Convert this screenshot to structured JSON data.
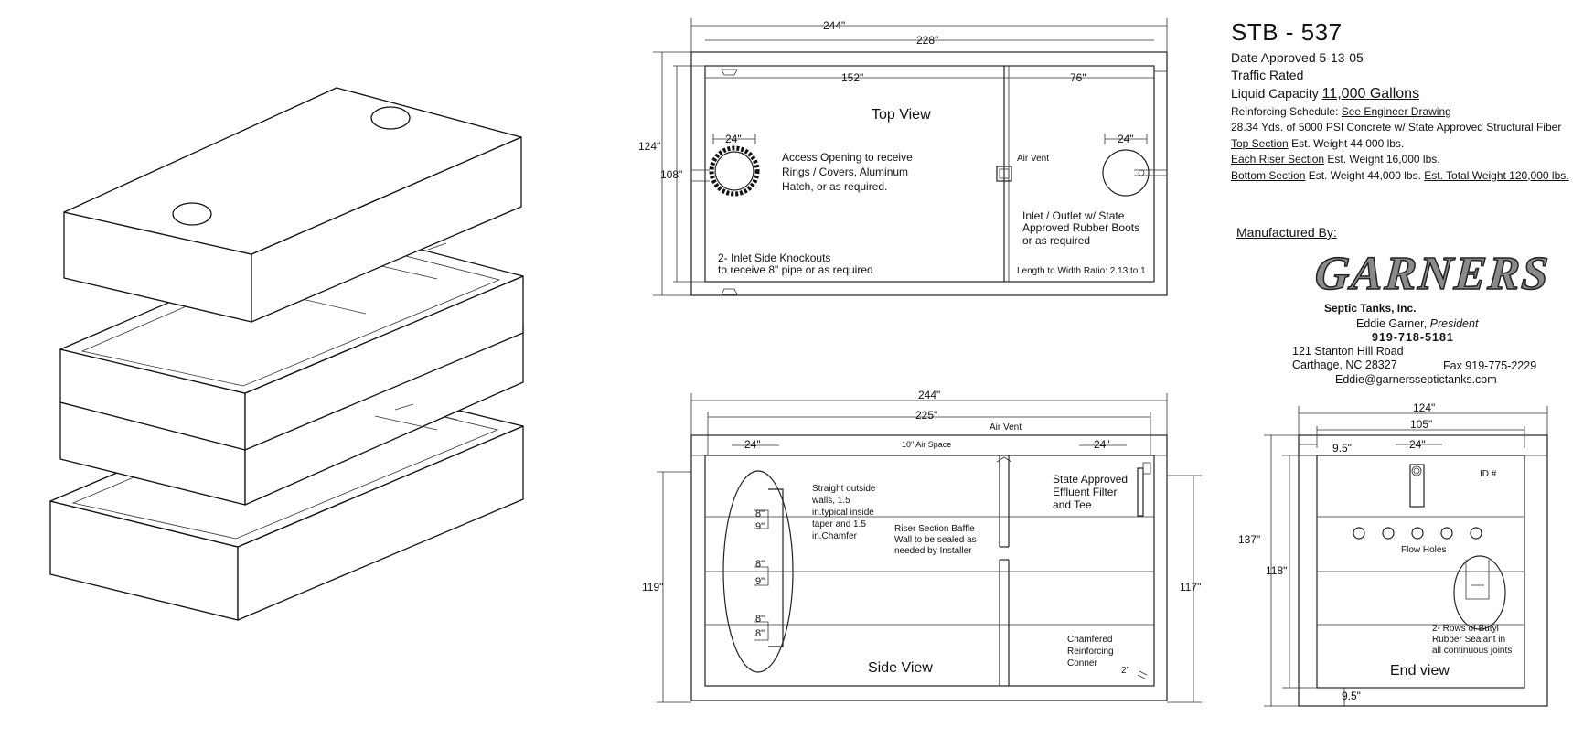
{
  "info": {
    "model": "STB - 537",
    "date_approved": "Date Approved 5-13-05",
    "traffic": "Traffic Rated",
    "capacity_label": "Liquid Capacity",
    "capacity_value": "11,000 Gallons",
    "reinforcing_label": "Reinforcing Schedule:",
    "reinforcing_link": "See Engineer Drawing",
    "concrete": "28.34 Yds. of 5000 PSI Concrete w/ State Approved Structural Fiber",
    "top_section_label": "Top Section",
    "top_section_weight": "Est. Weight 44,000 lbs.",
    "riser_section_label": "Each Riser Section",
    "riser_section_weight": "Est. Weight 16,000 lbs.",
    "bottom_section_label": "Bottom Section",
    "bottom_section_weight": "Est. Weight 44,000 lbs.",
    "total_weight": "Est. Total Weight 120,000 lbs."
  },
  "manufacturer": {
    "heading": "Manufactured By:",
    "logo_text": "GARNERS",
    "company": "Septic Tanks, Inc.",
    "person": "Eddie Garner,",
    "title": "President",
    "phone": "919-718-5181",
    "street": "121 Stanton Hill Road",
    "city": "Carthage, NC 28327",
    "fax": "Fax 919-775-2229",
    "email": "Eddie@garnersseptictanks.com"
  },
  "top_view": {
    "title": "Top View",
    "dim_outer_length": "244\"",
    "dim_inner_length": "228\"",
    "dim_left_compartment": "152\"",
    "dim_right_compartment": "76\"",
    "dim_outer_width": "124\"",
    "dim_inner_width": "108\"",
    "dim_left_opening": "24\"",
    "dim_right_opening": "24\"",
    "access_note_1": "Access Opening to receive",
    "access_note_2": "Rings / Covers, Aluminum",
    "access_note_3": "Hatch, or as required.",
    "air_vent": "Air Vent",
    "inlet_note_1": "Inlet / Outlet w/ State",
    "inlet_note_2": "Approved Rubber Boots",
    "inlet_note_3": "or as required",
    "knockout_note_1": "2- Inlet Side Knockouts",
    "knockout_note_2": "to receive 8\"  pipe  or as required",
    "ratio_note": "Length to Width Ratio: 2.13 to 1"
  },
  "side_view": {
    "title": "Side View",
    "dim_outer_length": "244\"",
    "dim_inner_length": "225\"",
    "air_vent": "Air Vent",
    "dim_left_opening": "24\"",
    "dim_right_opening": "24\"",
    "air_space": "10\" Air Space",
    "dim_left_height": "119\"",
    "dim_right_height": "117\"",
    "wall_note_1": "Straight outside",
    "wall_note_2": "walls, 1.5",
    "wall_note_3": "in.typical inside",
    "wall_note_4": "taper and 1.5",
    "wall_note_5": "in.Chamfer",
    "baffle_note_1": "Riser Section Baffle",
    "baffle_note_2": "Wall to be sealed as",
    "baffle_note_3": "needed by Installer",
    "filter_note_1": "State Approved",
    "filter_note_2": "Effluent Filter",
    "filter_note_3": "and Tee",
    "chamfer_note_1": "Chamfered",
    "chamfer_note_2": "Reinforcing",
    "chamfer_note_3": "Conner",
    "dim_chamfer": "2\"",
    "joint_dims": [
      "8\"",
      "9\"",
      "8\"",
      "9\"",
      "8\"",
      "8\""
    ]
  },
  "end_view": {
    "title": "End view",
    "dim_outer_width": "124\"",
    "dim_inner_width": "105\"",
    "dim_left_offset": "9.5\"",
    "dim_opening": "24\"",
    "dim_outer_height": "137\"",
    "dim_inner_height": "118\"",
    "dim_bottom_offset": "9.5\"",
    "id_label": "ID #",
    "flow_holes": "Flow Holes",
    "flow_hole_count": 5,
    "sealant_note_1": "2- Rows of Butyl",
    "sealant_note_2": "Rubber Sealant in",
    "sealant_note_3": "all continuous joints"
  }
}
